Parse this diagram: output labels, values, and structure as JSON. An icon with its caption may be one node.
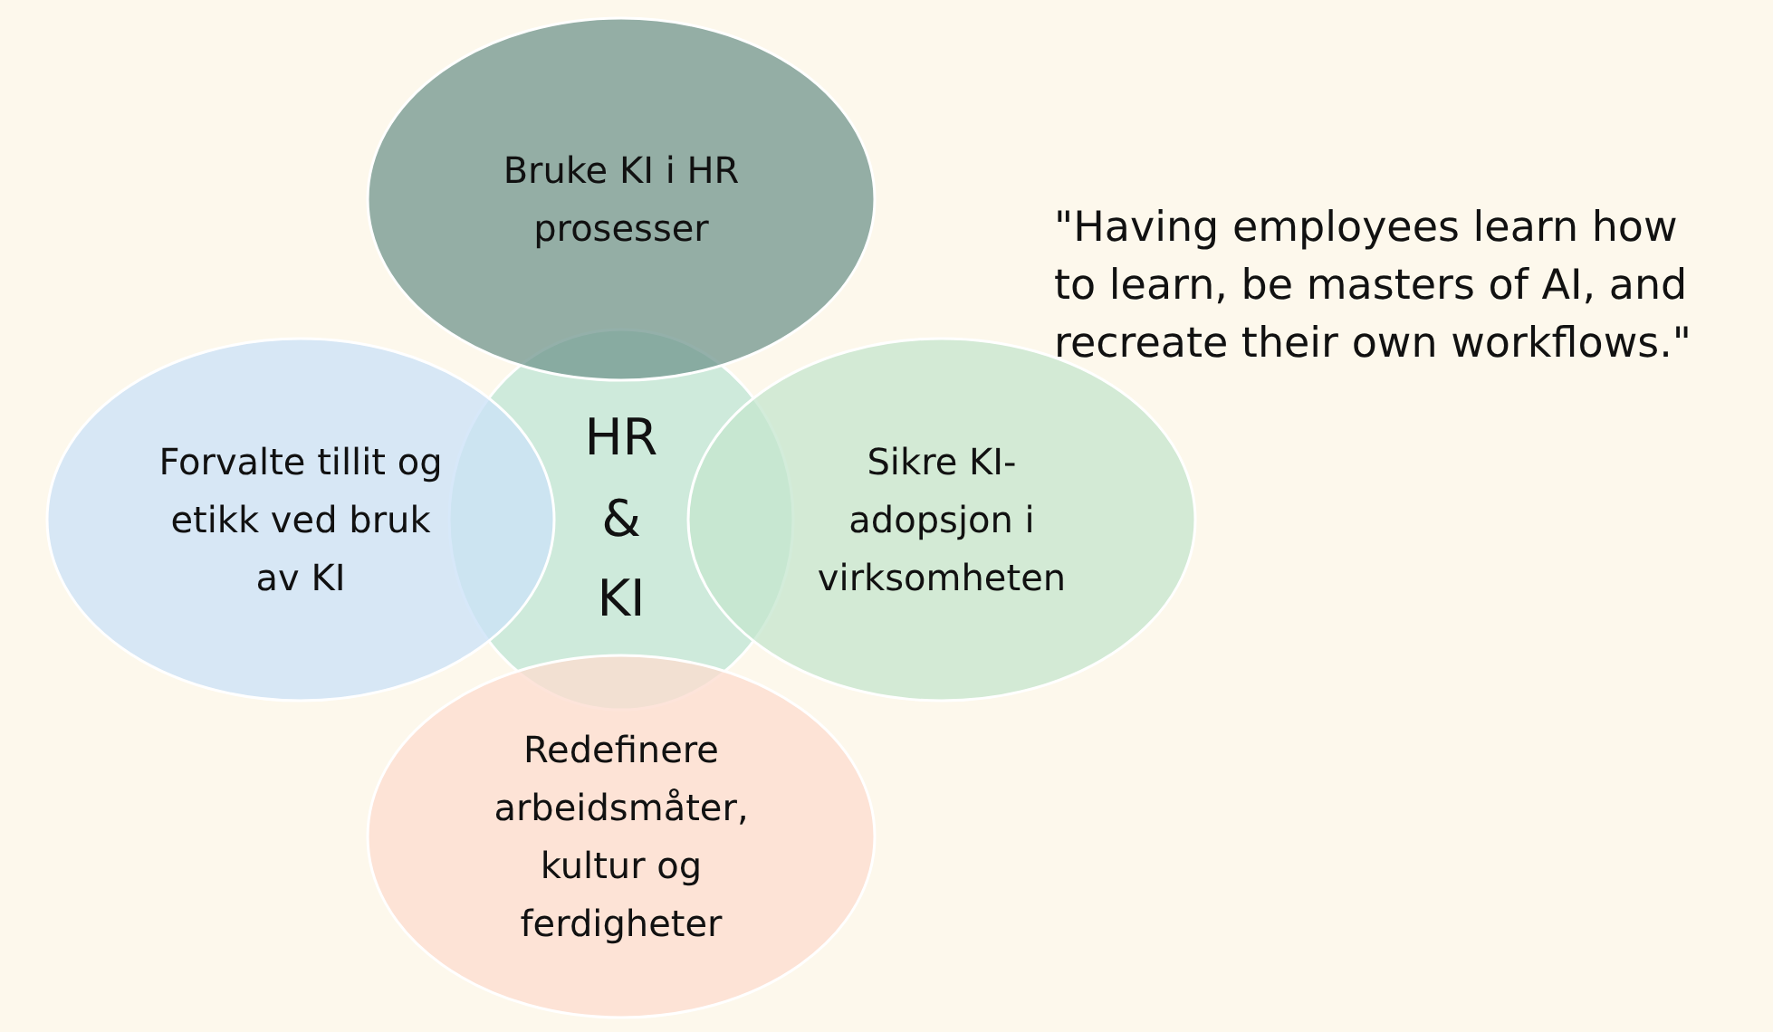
{
  "diagram": {
    "nodes": [
      {
        "text": [
          "Bruke KI i HR prosesser"
        ]
      },
      {
        "text": [
          "Forvalte tillit og etikk ved bruk av KI"
        ]
      },
      {
        "text": [
          "HR & KI"
        ]
      },
      {
        "text": [
          "Sikre KI-adopsjon i virksomheten"
        ]
      },
      {
        "text": [
          "Redefinere arbeidsmåter, kultur og ferdigheter"
        ]
      }
    ],
    "labels": [
      "\"Having employees learn how to learn, be masters of AI, and recreate their own workflows.\""
    ]
  }
}
